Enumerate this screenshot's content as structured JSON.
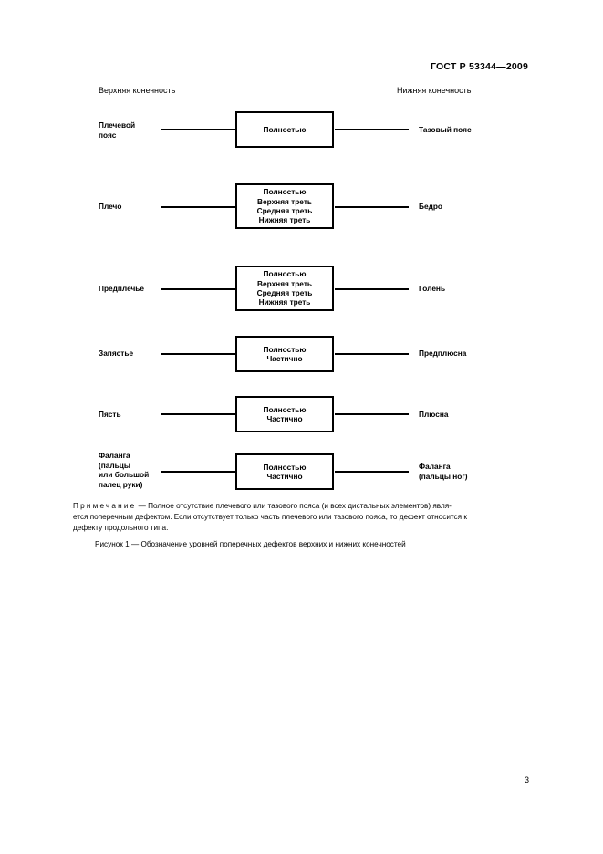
{
  "header": {
    "code": "ГОСТ Р 53344—2009"
  },
  "columns": {
    "left": "Верхняя конечность",
    "right": "Нижняя конечность"
  },
  "rows": [
    {
      "left": [
        "Плечевой",
        "пояс"
      ],
      "box": [
        "Полностью"
      ],
      "right": [
        "Тазовый пояс"
      ]
    },
    {
      "left": [
        "Плечо"
      ],
      "box": [
        "Полностью",
        "Верхняя треть",
        "Средняя треть",
        "Нижняя треть"
      ],
      "right": [
        "Бедро"
      ]
    },
    {
      "left": [
        "Предплечье"
      ],
      "box": [
        "Полностью",
        "Верхняя треть",
        "Средняя треть",
        "Нижняя треть"
      ],
      "right": [
        "Голень"
      ]
    },
    {
      "left": [
        "Запястье"
      ],
      "box": [
        "Полностью",
        "Частично"
      ],
      "right": [
        "Предплюсна"
      ]
    },
    {
      "left": [
        "Пясть"
      ],
      "box": [
        "Полностью",
        "Частично"
      ],
      "right": [
        "Плюсна"
      ]
    },
    {
      "left": [
        "Фаланга",
        "(пальцы",
        "или большой",
        "палец руки)"
      ],
      "box": [
        "Полностью",
        "Частично"
      ],
      "right": [
        "Фаланга",
        "(пальцы ног)"
      ]
    }
  ],
  "note": {
    "label": "Примечание",
    "text1": " — Полное отсутствие плечевого или тазового пояса (и всех дистальных элементов) явля-",
    "text2": "ется поперечным дефектом. Если отсутствует только часть плечевого или тазового пояса, то дефект относится к",
    "text3": "дефекту продольного типа."
  },
  "caption": "Рисунок 1 — Обозначение уровней поперечных дефектов верхних и нижних конечностей",
  "page_number": "3"
}
